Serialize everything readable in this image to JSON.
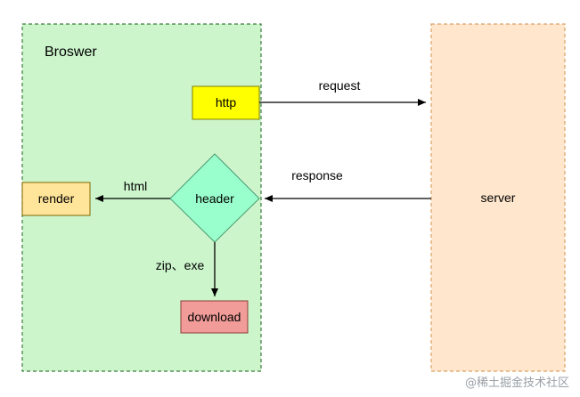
{
  "diagram": {
    "containers": {
      "browser": {
        "title": "Broswer",
        "fill": "#ccf5cc",
        "stroke": "#3c7d3c"
      },
      "server": {
        "label": "server",
        "fill": "#ffe6cc",
        "stroke": "#d9a066"
      }
    },
    "nodes": {
      "http": {
        "label": "http",
        "fill": "#ffff00",
        "stroke": "#808000"
      },
      "header": {
        "label": "header",
        "fill": "#99ffcc",
        "stroke": "#4c9a73"
      },
      "render": {
        "label": "render",
        "fill": "#ffe599",
        "stroke": "#806600"
      },
      "download": {
        "label": "download",
        "fill": "#f19c99",
        "stroke": "#8a3b38"
      }
    },
    "edges": {
      "request": {
        "label": "request"
      },
      "response": {
        "label": "response"
      },
      "html": {
        "label": "html"
      },
      "zip_exe": {
        "label": "zip、exe"
      }
    }
  },
  "watermark": {
    "text": "@稀土掘金技术社区"
  }
}
